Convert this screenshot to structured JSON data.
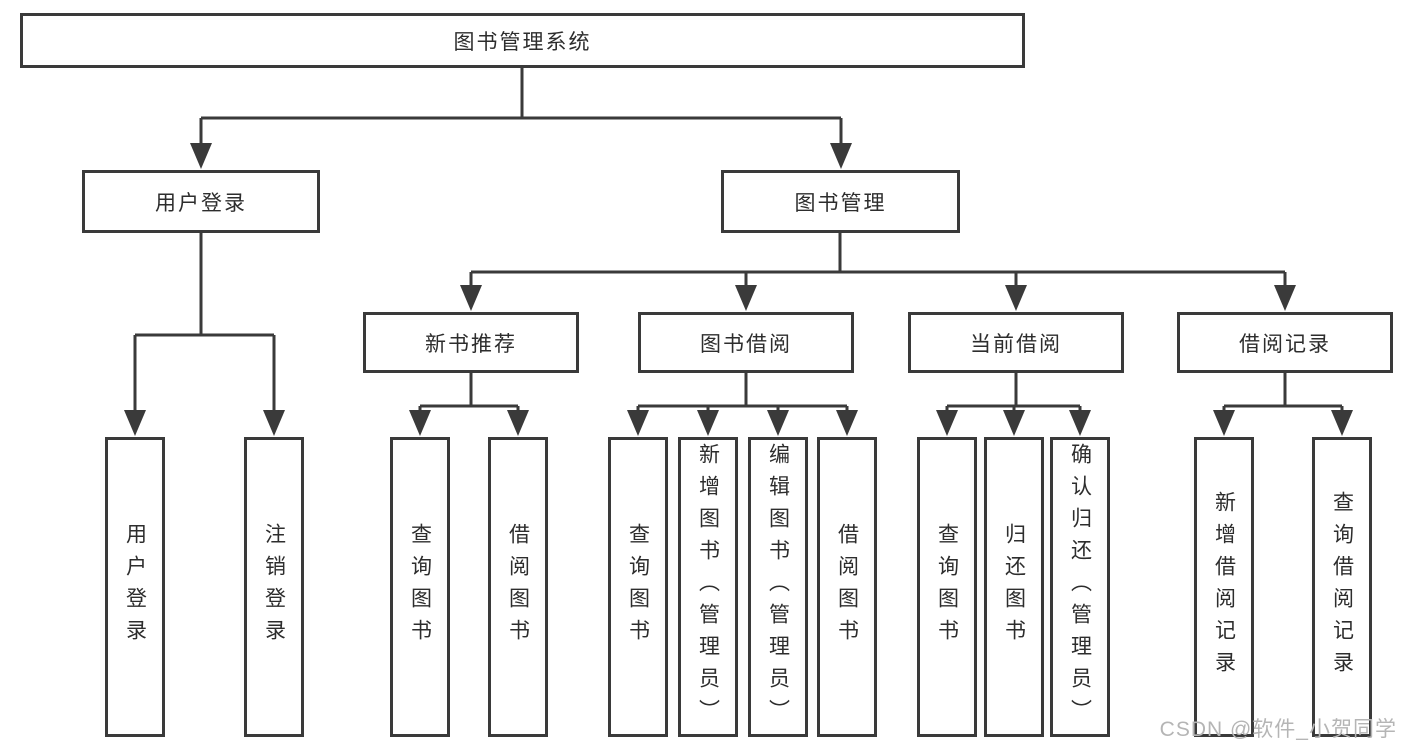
{
  "diagram": {
    "type": "hierarchy-tree",
    "line_color": "#3a3a3a",
    "box_background": "#ffffff",
    "text_color": "#2d2d2d",
    "root": {
      "label": "图书管理系统",
      "children": [
        {
          "label": "用户登录",
          "children": [
            {
              "label": "用户登录"
            },
            {
              "label": "注销登录"
            }
          ]
        },
        {
          "label": "图书管理",
          "children": [
            {
              "label": "新书推荐",
              "children": [
                {
                  "label": "查询图书"
                },
                {
                  "label": "借阅图书"
                }
              ]
            },
            {
              "label": "图书借阅",
              "children": [
                {
                  "label": "查询图书"
                },
                {
                  "label": "新增图书（管理员）"
                },
                {
                  "label": "编辑图书（管理员）"
                },
                {
                  "label": "借阅图书"
                }
              ]
            },
            {
              "label": "当前借阅",
              "children": [
                {
                  "label": "查询图书"
                },
                {
                  "label": "归还图书"
                },
                {
                  "label": "确认归还（管理员）"
                }
              ]
            },
            {
              "label": "借阅记录",
              "children": [
                {
                  "label": "新增借阅记录"
                },
                {
                  "label": "查询借阅记录"
                }
              ]
            }
          ]
        }
      ]
    }
  },
  "watermark": {
    "text": "CSDN @软件_小贺同学",
    "color": "#b5b5b5"
  }
}
